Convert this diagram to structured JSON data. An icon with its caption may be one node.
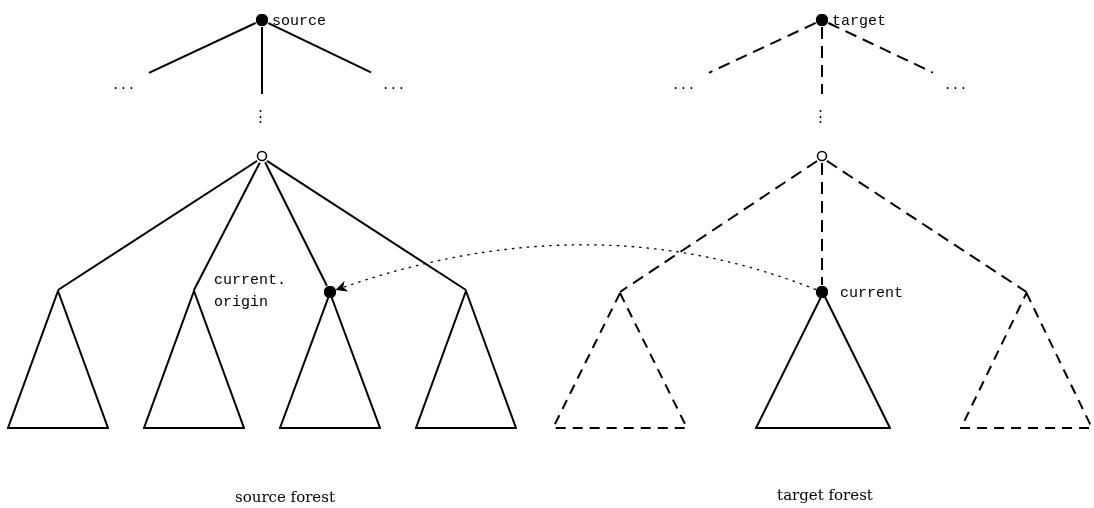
{
  "diagram": {
    "nodes": [
      {
        "text": [],
        "shape": "circle",
        "beside": [
          "source"
        ]
      },
      {
        "text": [
          "..."
        ]
      },
      {
        "text": [
          "⋮"
        ]
      },
      {
        "text": [
          "..."
        ]
      },
      {
        "text": [],
        "shape": "circle"
      },
      {
        "text": [],
        "shape": "triangle"
      },
      {
        "text": [],
        "shape": "triangle"
      },
      {
        "text": [],
        "shape": "circle"
      },
      {
        "text": [],
        "shape": "triangle"
      },
      {
        "text": [],
        "shape": "triangle"
      },
      {
        "text": [],
        "shape": "circle",
        "beside": [
          "target"
        ]
      },
      {
        "text": [
          "..."
        ]
      },
      {
        "text": [
          "⋮"
        ]
      },
      {
        "text": [
          "..."
        ]
      },
      {
        "text": [],
        "shape": "circle"
      },
      {
        "text": [],
        "shape": "triangle"
      },
      {
        "text": [],
        "shape": "circle"
      },
      {
        "text": [],
        "shape": "triangle"
      },
      {
        "text": [],
        "shape": "triangle"
      }
    ],
    "edges": [
      {
        "from": 0,
        "to": 1,
        "arrow": "none"
      },
      {
        "from": 0,
        "to": 2,
        "arrow": "none"
      },
      {
        "from": 0,
        "to": 3,
        "arrow": "none"
      },
      {
        "from": 4,
        "to": 5,
        "arrow": "none"
      },
      {
        "from": 4,
        "to": 6,
        "arrow": "none"
      },
      {
        "from": 4,
        "to": 7,
        "arrow": "none"
      },
      {
        "from": 4,
        "to": 9,
        "arrow": "none"
      },
      {
        "from": 10,
        "to": 11,
        "arrow": "none",
        "style": "dashed"
      },
      {
        "from": 10,
        "to": 12,
        "arrow": "none",
        "style": "dashed"
      },
      {
        "from": 10,
        "to": 13,
        "arrow": "none",
        "style": "dashed"
      },
      {
        "from": 14,
        "to": 15,
        "arrow": "none",
        "style": "dashed"
      },
      {
        "from": 14,
        "to": 16,
        "arrow": "none",
        "style": "dashed"
      },
      {
        "from": 14,
        "to": 18,
        "arrow": "none",
        "style": "dashed"
      },
      {
        "from": 16,
        "to": 7,
        "arrow": "to",
        "style": "dashed"
      }
    ],
    "labels": [
      "current. origin",
      "current",
      "source forest",
      "target forest"
    ]
  }
}
